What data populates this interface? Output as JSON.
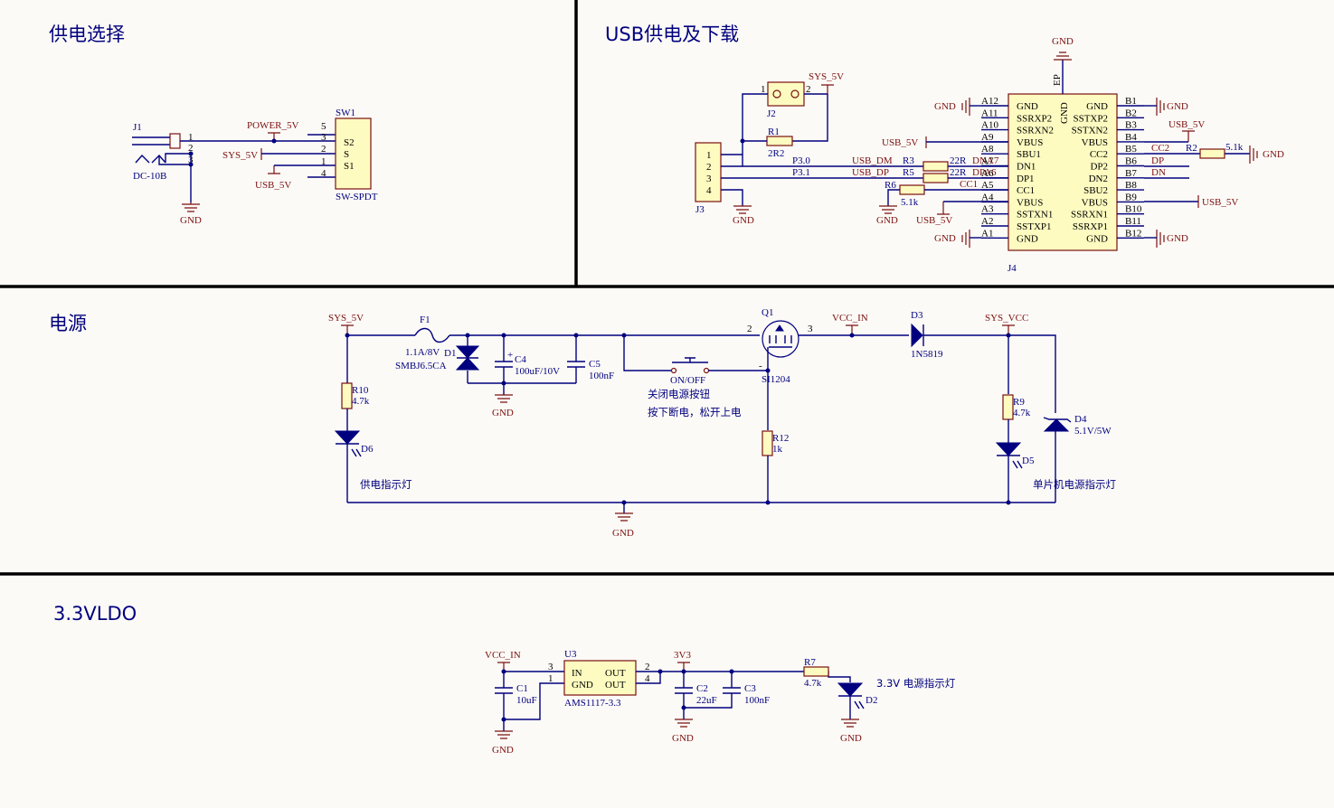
{
  "sections": {
    "power_select": "供电选择",
    "usb": "USB供电及下载",
    "power": "电源",
    "ldo": "3.3VLDO"
  },
  "nets": {
    "power_5v": "POWER_5V",
    "sys_5v": "SYS_5V",
    "usb_5v": "USB_5V",
    "gnd": "GND",
    "vcc_in": "VCC_IN",
    "sys_vcc": "SYS_VCC",
    "v3v3": "3V3",
    "usb_dm": "USB_DM",
    "usb_dp": "USB_DP",
    "p30": "P3.0",
    "p31": "P3.1",
    "cc1": "CC1",
    "cc2": "CC2",
    "dp": "DP",
    "dn": "DN",
    "dn_a7": "DNA7",
    "dp_a6": "DPA6"
  },
  "parts": {
    "j1": {
      "ref": "J1",
      "value": "DC-10B",
      "pins": [
        "1",
        "2",
        "3"
      ]
    },
    "sw1": {
      "ref": "SW1",
      "value": "SW-SPDT",
      "pins": [
        "5",
        "3",
        "2",
        "1",
        "4"
      ],
      "labels": [
        "S2",
        "S",
        "S1"
      ]
    },
    "j2": {
      "ref": "J2",
      "pins": [
        "1",
        "2"
      ]
    },
    "r1": {
      "ref": "R1",
      "value": "2R2"
    },
    "j3": {
      "ref": "J3",
      "pins": [
        "1",
        "2",
        "3",
        "4"
      ]
    },
    "r3": {
      "ref": "R3",
      "value": "22R"
    },
    "r5": {
      "ref": "R5",
      "value": "22R"
    },
    "r6": {
      "ref": "R6",
      "value": "5.1k"
    },
    "r2": {
      "ref": "R2",
      "value": "5.1k"
    },
    "j4": {
      "ref": "J4",
      "ep_pin": "EP",
      "ep_net": "GND",
      "left_pins": [
        "A12",
        "A11",
        "A10",
        "A9",
        "A8",
        "A7",
        "A6",
        "A5",
        "A4",
        "A3",
        "A2",
        "A1"
      ],
      "left_names": [
        "GND",
        "SSRXP2",
        "SSRXN2",
        "VBUS",
        "SBU1",
        "DN1",
        "DP1",
        "CC1",
        "VBUS",
        "SSTXN1",
        "SSTXP1",
        "GND"
      ],
      "right_pins": [
        "B1",
        "B2",
        "B3",
        "B4",
        "B5",
        "B6",
        "B7",
        "B8",
        "B9",
        "B10",
        "B11",
        "B12"
      ],
      "right_names": [
        "GND",
        "SSTXP2",
        "SSTXN2",
        "VBUS",
        "CC2",
        "DP2",
        "DN2",
        "SBU2",
        "VBUS",
        "SSRXN1",
        "SSRXP1",
        "GND"
      ]
    },
    "f1": {
      "ref": "F1",
      "value": "1.1A/8V"
    },
    "d1": {
      "ref": "D1",
      "value": "SMBJ6.5CA"
    },
    "c4": {
      "ref": "C4",
      "value": "100uF/10V"
    },
    "c5": {
      "ref": "C5",
      "value": "100nF"
    },
    "q1": {
      "ref": "Q1",
      "value": "SI1204",
      "pins": [
        "2",
        "3"
      ]
    },
    "btn": {
      "value": "ON/OFF",
      "note1": "关闭电源按钮",
      "note2": "按下断电，松开上电"
    },
    "d3": {
      "ref": "D3",
      "value": "1N5819"
    },
    "r10": {
      "ref": "R10",
      "value": "4.7k"
    },
    "d6": {
      "ref": "D6",
      "note": "供电指示灯"
    },
    "r12": {
      "ref": "R12",
      "value": "1k"
    },
    "r9": {
      "ref": "R9",
      "value": "4.7k"
    },
    "d5": {
      "ref": "D5",
      "note": "单片机电源指示灯"
    },
    "d4": {
      "ref": "D4",
      "value": "5.1V/5W"
    },
    "u3": {
      "ref": "U3",
      "value": "AMS1117-3.3",
      "pins": [
        "3",
        "1",
        "2",
        "4"
      ],
      "labels": [
        "IN",
        "GND",
        "OUT",
        "OUT"
      ]
    },
    "c1": {
      "ref": "C1",
      "value": "10uF"
    },
    "c2": {
      "ref": "C2",
      "value": "22uF"
    },
    "c3": {
      "ref": "C3",
      "value": "100nF"
    },
    "r7": {
      "ref": "R7",
      "value": "4.7k"
    },
    "d2": {
      "ref": "D2",
      "note": "3.3V 电源指示灯"
    }
  }
}
